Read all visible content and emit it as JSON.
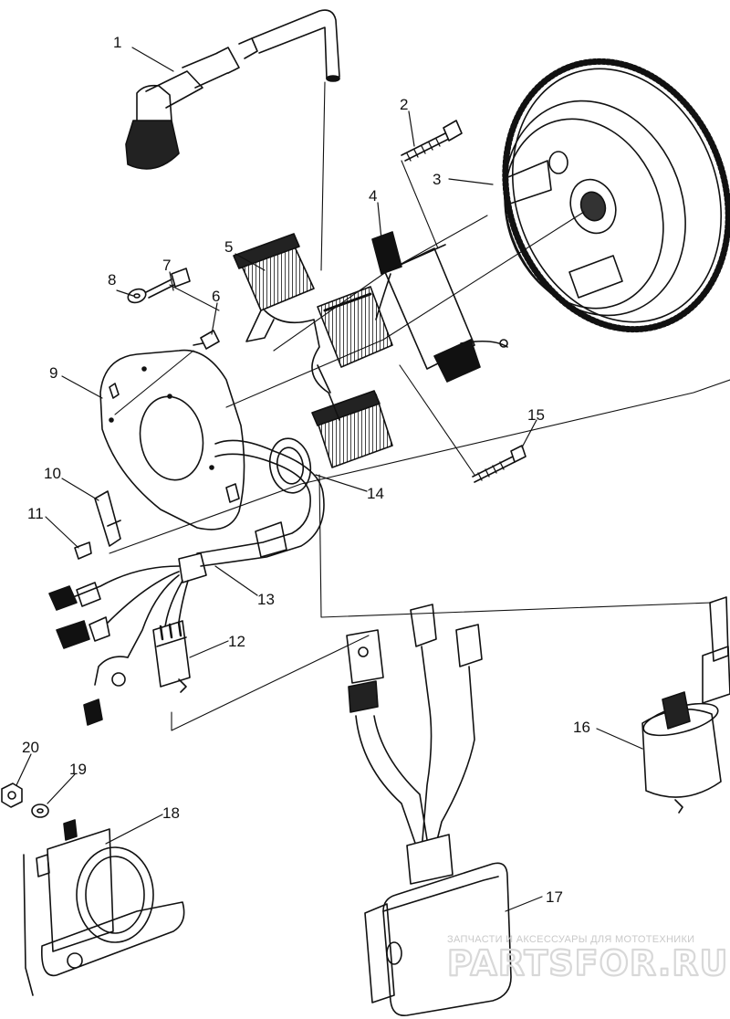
{
  "diagram": {
    "callouts": [
      "1",
      "2",
      "3",
      "4",
      "5",
      "6",
      "7",
      "8",
      "9",
      "10",
      "11",
      "12",
      "13",
      "14",
      "15",
      "16",
      "17",
      "18",
      "19",
      "20"
    ],
    "colors": {
      "line": "#111111",
      "paper": "#ffffff",
      "watermark": "#d0d0d0"
    }
  },
  "watermark": {
    "tagline": "ЗАПЧАСТИ И АКСЕССУАРЫ ДЛЯ МОТОТЕХНИКИ",
    "brand": "PARTSFOR.RU"
  }
}
